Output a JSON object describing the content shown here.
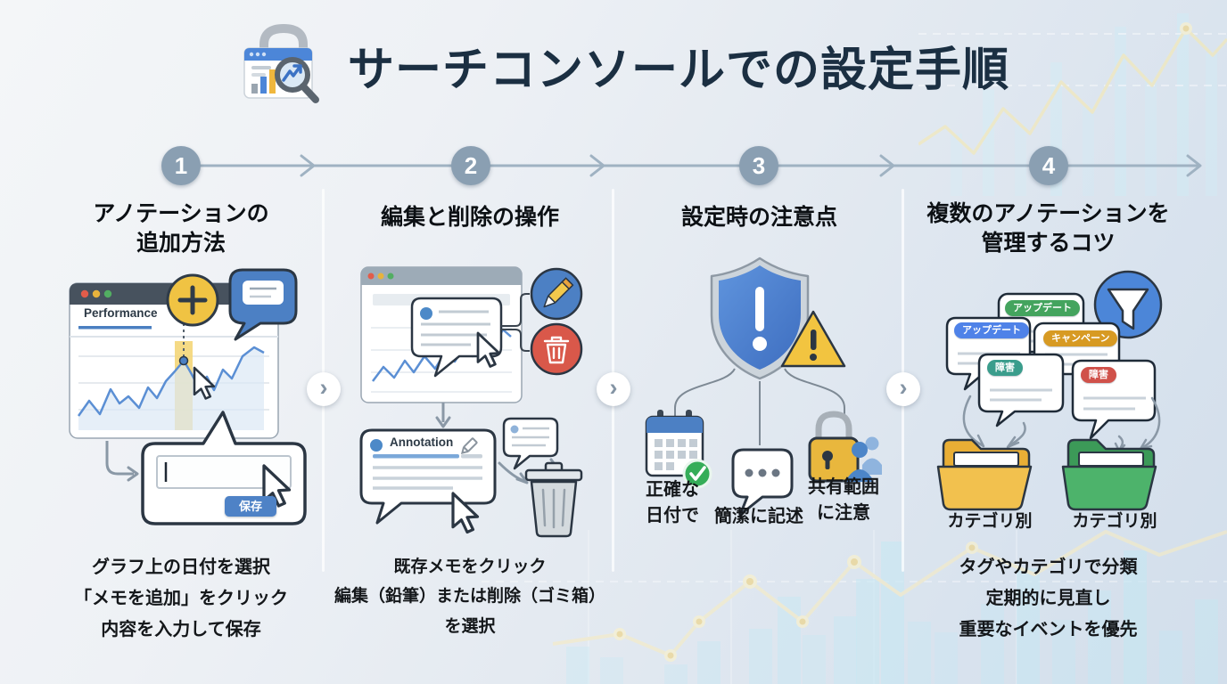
{
  "title": {
    "text": "サーチコンソールでの設定手順",
    "icon": "search-console-logo-icon"
  },
  "timeline": {
    "chevron_glyph": "›"
  },
  "steps": [
    {
      "number": "1",
      "heading": "アノテーションの\n追加方法",
      "caption": "グラフ上の日付を選択\n「メモを追加」をクリック\n内容を入力して保存",
      "browser": {
        "tab_label": "Performance"
      },
      "popup": {
        "save_label": "保存"
      }
    },
    {
      "number": "2",
      "heading": "編集と削除の操作",
      "caption": "既存メモをクリック\n編集（鉛筆）または削除（ゴミ箱）\nを選択",
      "card": {
        "title": "Annotation"
      }
    },
    {
      "number": "3",
      "heading": "設定時の注意点",
      "items": [
        {
          "icon": "calendar-check-icon",
          "label": "正確な\n日付で"
        },
        {
          "icon": "comment-dots-icon",
          "label": "簡潔に記述"
        },
        {
          "icon": "lock-people-icon",
          "label": "共有範囲\nに注意"
        }
      ]
    },
    {
      "number": "4",
      "heading": "複数のアノテーションを\n管理するコツ",
      "caption": "タグやカテゴリで分類\n定期的に見直し\n重要なイベントを優先",
      "tags": [
        {
          "label": "アップデート",
          "color": "#44a45e"
        },
        {
          "label": "アップデート",
          "color": "#4f82e8"
        },
        {
          "label": "キャンペーン",
          "color": "#d79a23"
        },
        {
          "label": "障害",
          "color": "#3a9d8c"
        },
        {
          "label": "障害",
          "color": "#d0514a"
        }
      ],
      "folders": [
        {
          "label": "カテゴリ別",
          "color": "#f2c14e"
        },
        {
          "label": "カテゴリ別",
          "color": "#4db36b"
        }
      ]
    }
  ],
  "colors": {
    "accent_blue": "#4e82c6",
    "circle_gray": "#8a9fb2",
    "title_navy": "#1b2f42",
    "warning_yellow": "#f2c440",
    "danger_red": "#d9584a"
  }
}
